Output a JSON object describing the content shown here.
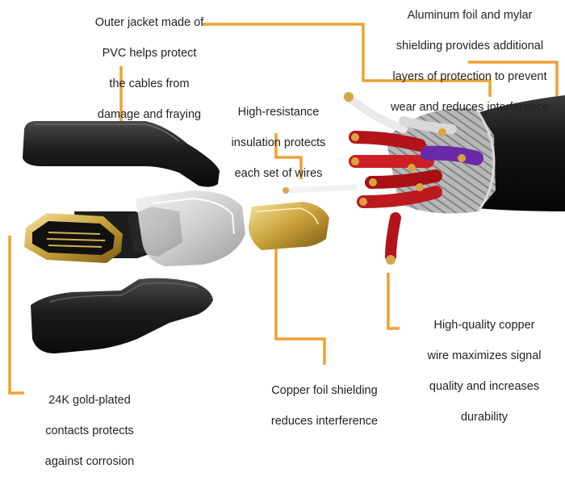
{
  "accent_color": "#f0a030",
  "callouts": {
    "outer_jacket": {
      "lines": [
        "Outer jacket made of",
        "PVC helps protect",
        "the cables from",
        "damage and fraying"
      ]
    },
    "aluminum_foil": {
      "lines": [
        "Aluminum foil and mylar",
        "shielding provides additional",
        "layers of protection to prevent",
        "wear and reduces interference"
      ]
    },
    "insulation": {
      "lines": [
        "High-resistance",
        "insulation protects",
        "each set of wires"
      ]
    },
    "copper_wire": {
      "lines": [
        "High-quality copper",
        "wire maximizes signal",
        "quality and increases",
        "durability"
      ]
    },
    "copper_foil": {
      "lines": [
        "Copper foil shielding",
        "reduces interference"
      ]
    },
    "gold_contacts": {
      "lines": [
        "24K gold-plated",
        "contacts protects",
        "against corrosion"
      ]
    }
  }
}
